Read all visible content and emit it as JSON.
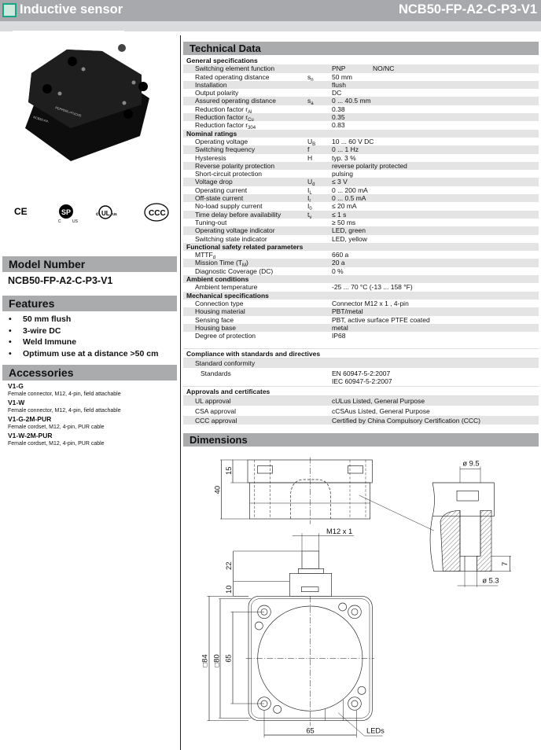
{
  "header": {
    "title": "Inductive sensor",
    "model": "NCB50-FP-A2-C-P3-V1"
  },
  "left": {
    "product_image": {
      "brand_text": "PEPPERL+FUCHS",
      "model_text": "NCB50-FP-"
    },
    "certifications": [
      "CE",
      "CSA",
      "cULus",
      "CCC"
    ],
    "model_number": {
      "heading": "Model Number",
      "value": "NCB50-FP-A2-C-P3-V1"
    },
    "features": {
      "heading": "Features",
      "bullet": "•",
      "items": [
        "50 mm flush",
        "3-wire DC",
        "Weld Immune",
        "Optimum use at a distance >50 cm"
      ]
    },
    "accessories": {
      "heading": "Accessories",
      "items": [
        {
          "name": "V1-G",
          "desc": "Female connector, M12, 4-pin, field attachable"
        },
        {
          "name": "V1-W",
          "desc": "Female connector, M12, 4-pin, field attachable"
        },
        {
          "name": "V1-G-2M-PUR",
          "desc": "Female cordset, M12, 4-pin, PUR cable"
        },
        {
          "name": "V1-W-2M-PUR",
          "desc": "Female cordset, M12, 4-pin, PUR cable"
        }
      ]
    }
  },
  "technical_data": {
    "heading": "Technical Data",
    "rows": [
      {
        "section": "General specifications"
      },
      {
        "label": "Switching element function",
        "value": "PNP",
        "value2": "NO/NC"
      },
      {
        "label": "Rated operating distance",
        "sym": "s",
        "sym_sub": "n",
        "value": "50 mm"
      },
      {
        "label": "Installation",
        "value": "flush"
      },
      {
        "label": "Output polarity",
        "value": "DC"
      },
      {
        "label": "Assured operating distance",
        "sym": "s",
        "sym_sub": "a",
        "value": "0 ... 40.5 mm"
      },
      {
        "label": "Reduction factor r",
        "label_sub": "Al",
        "value": "0.38"
      },
      {
        "label": "Reduction factor r",
        "label_sub": "Cu",
        "value": "0.35"
      },
      {
        "label": "Reduction factor r",
        "label_sub": "304",
        "value": "0.83"
      },
      {
        "section": "Nominal ratings"
      },
      {
        "label": "Operating voltage",
        "sym": "U",
        "sym_sub": "B",
        "value": "10 ... 60 V DC"
      },
      {
        "label": "Switching frequency",
        "sym": "f",
        "value": "0 ... 1 Hz"
      },
      {
        "label": "Hysteresis",
        "sym": "H",
        "value": "typ. 3  %"
      },
      {
        "label": "Reverse polarity protection",
        "value": "reverse polarity protected"
      },
      {
        "label": "Short-circuit protection",
        "value": "pulsing"
      },
      {
        "label": "Voltage drop",
        "sym": "U",
        "sym_sub": "d",
        "value": "≤ 3 V"
      },
      {
        "label": "Operating current",
        "sym": "I",
        "sym_sub": "L",
        "value": "0 ... 200 mA"
      },
      {
        "label": "Off-state current",
        "sym": "I",
        "sym_sub": "r",
        "value": "0 ... 0.5 mA"
      },
      {
        "label": "No-load supply current",
        "sym": "I",
        "sym_sub": "0",
        "value": "≤ 20 mA"
      },
      {
        "label": "Time delay before availability",
        "sym": "t",
        "sym_sub": "v",
        "value": "≤ 1 s"
      },
      {
        "label": "Tuning-out",
        "value": "≥ 50 ms"
      },
      {
        "label": "Operating voltage indicator",
        "value": "LED, green"
      },
      {
        "label": "Switching state indicator",
        "value": "LED, yellow"
      },
      {
        "section": "Functional safety related parameters"
      },
      {
        "label": "MTTF",
        "label_sub": "d",
        "value": "660 a"
      },
      {
        "label": "Mission Time (T",
        "label_sub": "M",
        "label_suffix": ")",
        "value": "20 a"
      },
      {
        "label": "Diagnostic Coverage (DC)",
        "value": "0 %"
      },
      {
        "section": "Ambient conditions"
      },
      {
        "label": "Ambient temperature",
        "value": "-25 ... 70 °C (-13 ... 158 °F)"
      },
      {
        "section": "Mechanical specifications"
      },
      {
        "label": "Connection type",
        "value": "Connector M12 x 1 , 4-pin"
      },
      {
        "label": "Housing material",
        "value": "PBT/metal"
      },
      {
        "label": "Sensing face",
        "value": "PBT, active surface PTFE coated"
      },
      {
        "label": "Housing base",
        "value": "metal"
      },
      {
        "label": "Degree of protection",
        "value": "IP68"
      }
    ],
    "rows2": [
      {
        "section": "Compliance with standards and directives"
      },
      {
        "label": "Standard conformity",
        "shade": true
      },
      {
        "label": "Standards",
        "indent": true,
        "tall": true,
        "value": "EN 60947-5-2:2007",
        "value2line": "IEC 60947-5-2:2007"
      },
      {
        "section": "Approvals and certificates"
      },
      {
        "label": "UL approval",
        "shade": true,
        "value": "cULus Listed, General Purpose"
      },
      {
        "label": "CSA approval",
        "value": "cCSAus Listed, General Purpose"
      },
      {
        "label": "CCC approval",
        "shade": true,
        "value": "Certified by China Compulsory Certification (CCC)"
      }
    ]
  },
  "dimensions": {
    "heading": "Dimensions",
    "labels": {
      "d40": "40",
      "d15": "15",
      "m12": "M12 x 1",
      "d22": "22",
      "d10": "10",
      "sq84": "□84",
      "sq80": "□80",
      "d65v": "65",
      "d65h": "65",
      "leds": "LEDs",
      "dia95": "ø 9.5",
      "dia53": "ø 5.3",
      "d7": "7"
    }
  }
}
